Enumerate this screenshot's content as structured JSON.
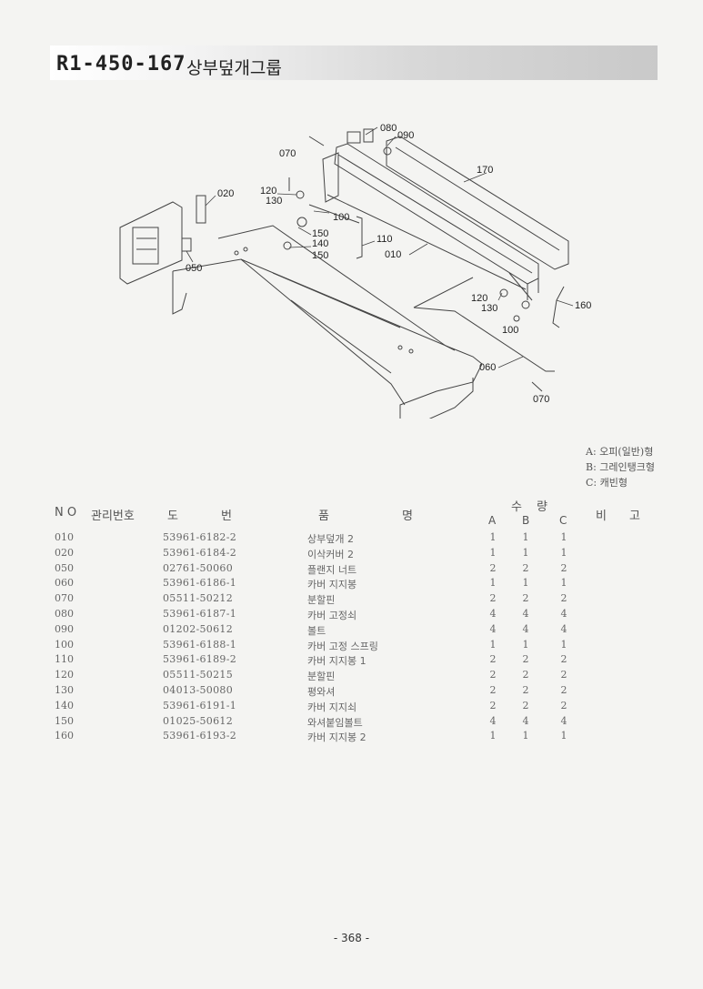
{
  "header": {
    "code": "R1-450-167",
    "title": "상부덮개그룹"
  },
  "diagram": {
    "callouts": {
      "c080": "080",
      "c090": "090",
      "c070a": "070",
      "c170": "170",
      "c020": "020",
      "c120a": "120",
      "c130a": "130",
      "c100a": "100",
      "c150": "150",
      "c140": "140",
      "c110": "110",
      "c010": "010",
      "c050": "050",
      "c120b": "120",
      "c130b": "130",
      "c160": "160",
      "c100b": "100",
      "c060": "060",
      "c070b": "070"
    }
  },
  "legend": [
    "A: 오피(일반)형",
    "B: 그레인탱크형",
    "C: 캐빈형"
  ],
  "table": {
    "headers": {
      "no": "N O",
      "mgmt": "관리번호",
      "do": "도",
      "beon": "번",
      "pum": "품",
      "myeong": "명",
      "su": "수",
      "ryang": "량",
      "a": "A",
      "b": "B",
      "c": "C",
      "bi": "비",
      "go": "고"
    },
    "rows": [
      {
        "no": "010",
        "part": "53961-6182-2",
        "name": "상부덮개 2",
        "a": "1",
        "b": "1",
        "c": "1"
      },
      {
        "no": "020",
        "part": "53961-6184-2",
        "name": "이삭커버 2",
        "a": "1",
        "b": "1",
        "c": "1"
      },
      {
        "no": "050",
        "part": "02761-50060",
        "name": "플랜지 너트",
        "a": "2",
        "b": "2",
        "c": "2"
      },
      {
        "no": "060",
        "part": "53961-6186-1",
        "name": "카버 지지봉",
        "a": "1",
        "b": "1",
        "c": "1"
      },
      {
        "no": "070",
        "part": "05511-50212",
        "name": "분할핀",
        "a": "2",
        "b": "2",
        "c": "2"
      },
      {
        "no": "080",
        "part": "53961-6187-1",
        "name": "카버 고정쇠",
        "a": "4",
        "b": "4",
        "c": "4"
      },
      {
        "no": "090",
        "part": "01202-50612",
        "name": "볼트",
        "a": "4",
        "b": "4",
        "c": "4"
      },
      {
        "no": "100",
        "part": "53961-6188-1",
        "name": "카버 고정 스프링",
        "a": "1",
        "b": "1",
        "c": "1"
      },
      {
        "no": "110",
        "part": "53961-6189-2",
        "name": "카버 지지봉 1",
        "a": "2",
        "b": "2",
        "c": "2"
      },
      {
        "no": "120",
        "part": "05511-50215",
        "name": "분할핀",
        "a": "2",
        "b": "2",
        "c": "2"
      },
      {
        "no": "130",
        "part": "04013-50080",
        "name": "평와셔",
        "a": "2",
        "b": "2",
        "c": "2"
      },
      {
        "no": "140",
        "part": "53961-6191-1",
        "name": "카버 지지쇠",
        "a": "2",
        "b": "2",
        "c": "2"
      },
      {
        "no": "150",
        "part": "01025-50612",
        "name": "와셔붙임볼트",
        "a": "4",
        "b": "4",
        "c": "4"
      },
      {
        "no": "160",
        "part": "53961-6193-2",
        "name": "카버 지지봉 2",
        "a": "1",
        "b": "1",
        "c": "1"
      }
    ]
  },
  "footer": {
    "page": "- 368 -"
  }
}
